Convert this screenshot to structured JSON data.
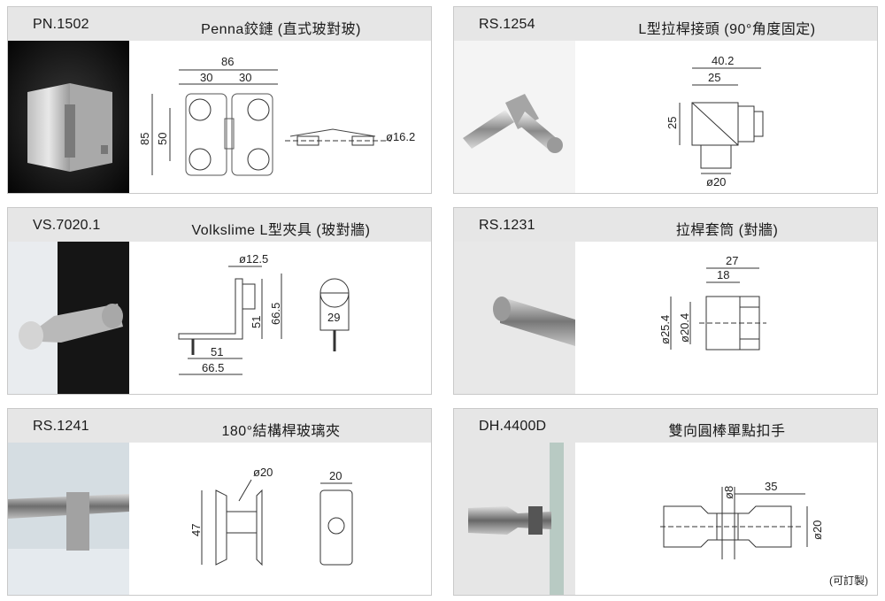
{
  "cards": [
    {
      "code": "PN.1502",
      "name": "Penna鉸鏈 (直式玻對玻)",
      "dims": [
        "86",
        "30",
        "30",
        "85",
        "50",
        "ø16.2"
      ]
    },
    {
      "code": "RS.1254",
      "name": "L型拉桿接頭 (90°角度固定)",
      "dims": [
        "40.2",
        "25",
        "25",
        "ø20"
      ]
    },
    {
      "code": "VS.7020.1",
      "name": "Volkslime L型夾具 (玻對牆)",
      "dims": [
        "ø12.5",
        "51",
        "66.5",
        "29",
        "51",
        "66.5"
      ]
    },
    {
      "code": "RS.1231",
      "name": "拉桿套筒 (對牆)",
      "dims": [
        "27",
        "18",
        "ø25.4",
        "ø20.4"
      ]
    },
    {
      "code": "RS.1241",
      "name": "180°結構桿玻璃夾",
      "dims": [
        "ø20",
        "47",
        "20"
      ]
    },
    {
      "code": "DH.4400D",
      "name": "雙向圓棒單點扣手",
      "dims": [
        "ø8",
        "35",
        "ø20"
      ],
      "note": "(可訂製)"
    }
  ]
}
